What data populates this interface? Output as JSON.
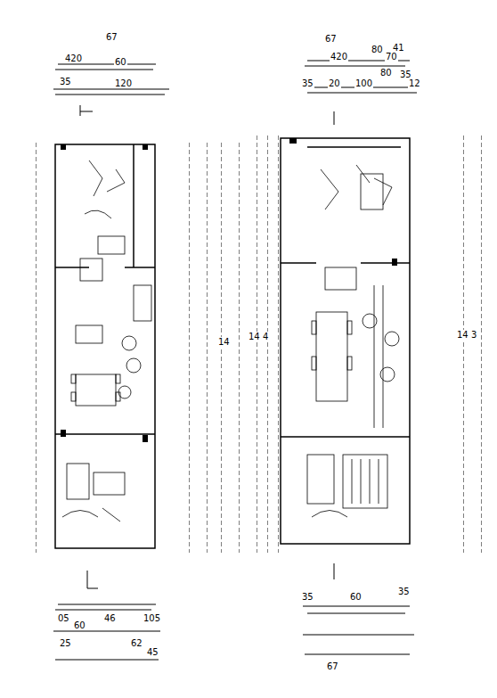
{
  "diagram": {
    "labels": [
      "67",
      "420",
      "60",
      "35",
      "120",
      "67",
      "80",
      "41",
      "420",
      "70",
      "35",
      "20",
      "100",
      "80",
      "35",
      "12",
      "14 4",
      "14 3",
      "35",
      "60",
      "35",
      "67",
      "46",
      "60",
      "105",
      "25",
      "62",
      "45",
      "05",
      "14"
    ]
  }
}
